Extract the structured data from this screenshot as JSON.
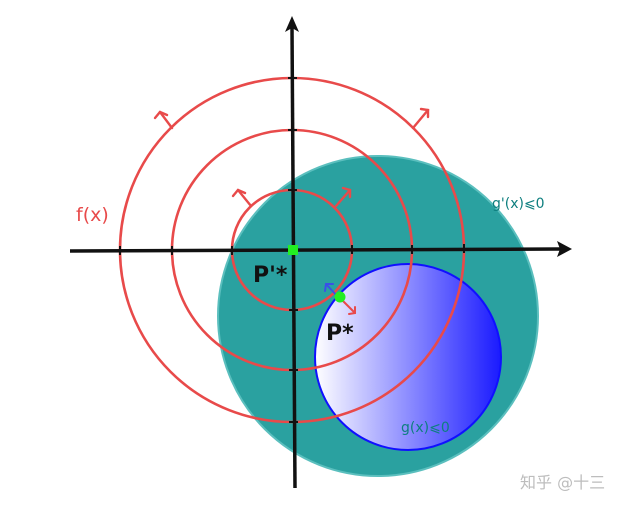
{
  "labels": {
    "f": "f(x)",
    "g_prime": "g'(x)⩽0",
    "g": "g(x)⩽0",
    "p_prime_star": "P'*",
    "p_star": "P*"
  },
  "watermark": "知乎 @十三",
  "colors": {
    "contour": "#e84a4a",
    "large_region": "#2aa1a0",
    "small_region_edge": "#1010ff",
    "small_region_gradient_start": "#ffffff",
    "small_region_gradient_end": "#1a1aff",
    "axis": "#111111",
    "point": "#22ee22",
    "gradient_arrow_blue": "#3a50e8",
    "gradient_arrow_red": "#e84a4a",
    "label_f": "#e84a4a",
    "label_g_prime": "#0e7f7f",
    "label_g": "#0e7f7f",
    "watermark": "#bdbdbd"
  },
  "contour_count": 3
}
